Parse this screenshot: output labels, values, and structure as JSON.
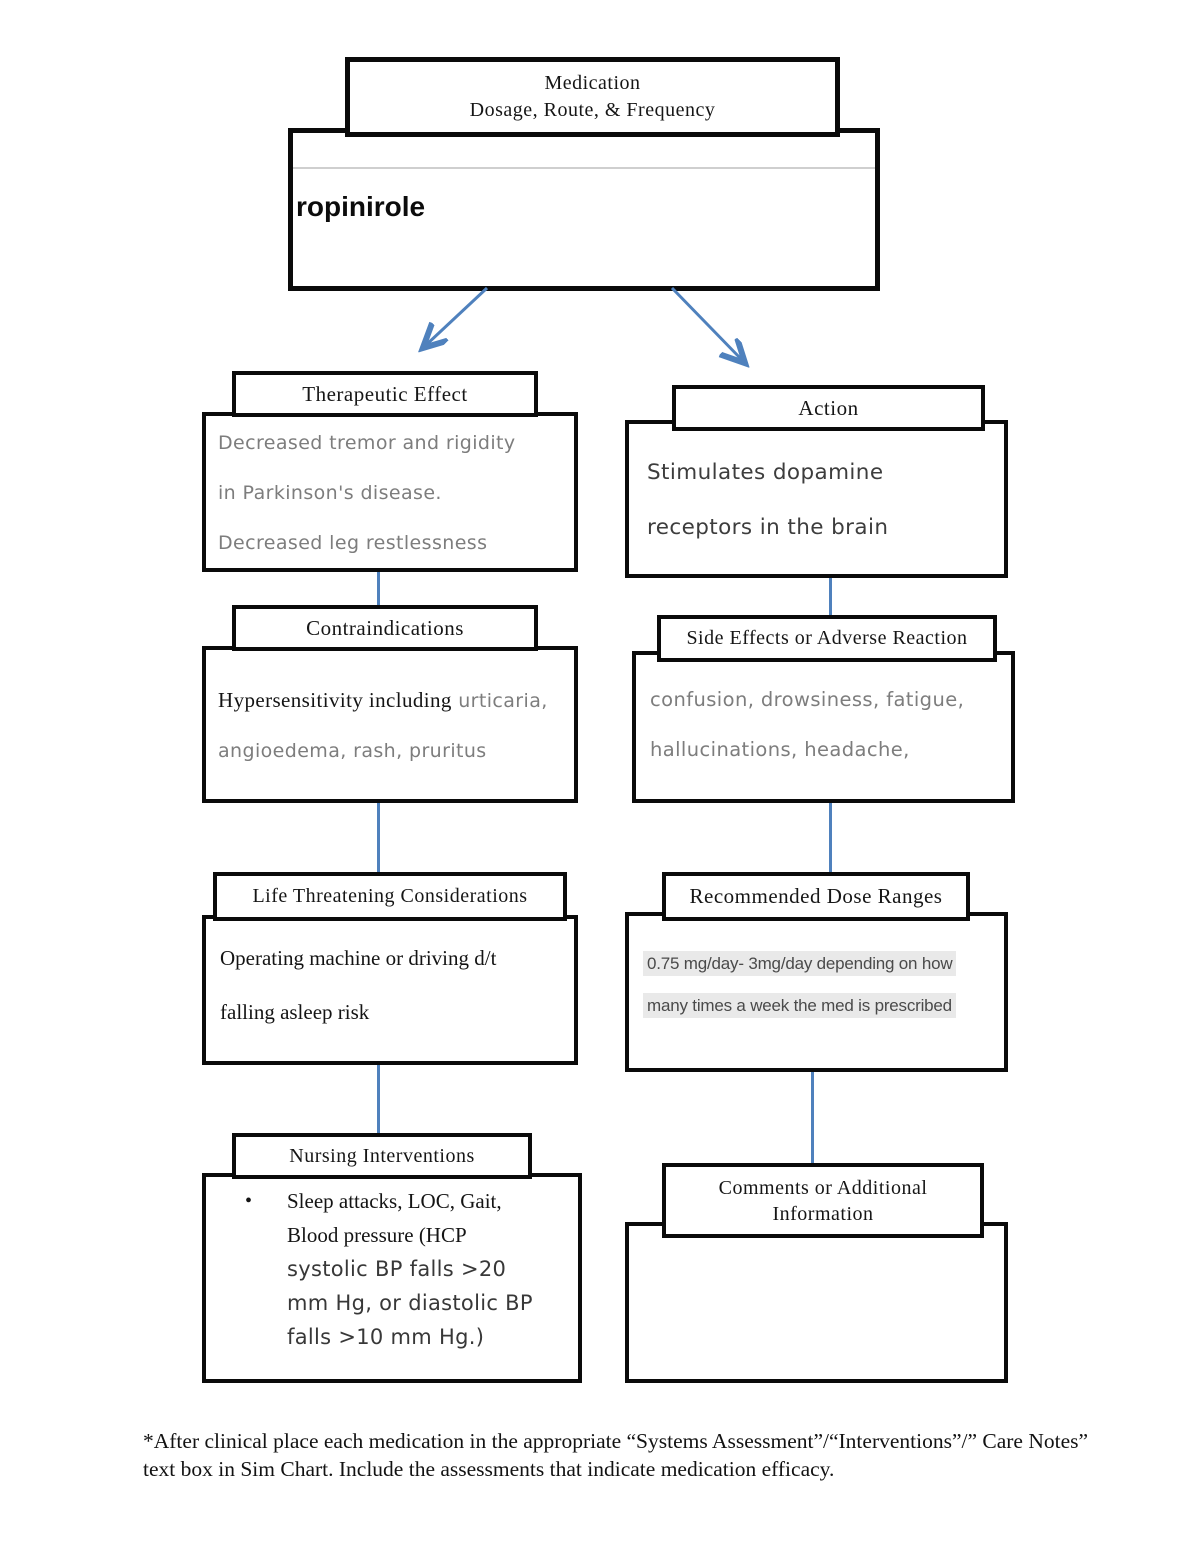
{
  "page": {
    "medication_header": {
      "line1": "Medication",
      "line2": "Dosage, Route, & Frequency"
    },
    "medication_name": "ropinirole",
    "therapeutic_effect": {
      "title": "Therapeutic Effect",
      "line1": "Decreased tremor and rigidity",
      "line2": "in Parkinson's disease.",
      "line3": "Decreased leg restlessness"
    },
    "action": {
      "title": "Action",
      "line1": "Stimulates dopamine",
      "line2": "receptors in the brain"
    },
    "contraindications": {
      "title": "Contraindications",
      "lead": "Hypersensitivity including",
      "line1_rest": " urticaria,",
      "line2": "angioedema, rash, pruritus"
    },
    "side_effects": {
      "title": "Side Effects or Adverse Reaction",
      "line1": "confusion, drowsiness, fatigue,",
      "line2": "hallucinations, headache,"
    },
    "life_threatening": {
      "title": "Life Threatening Considerations",
      "line1": "Operating machine or driving d/t",
      "line2": "falling asleep risk"
    },
    "dose_ranges": {
      "title": "Recommended Dose Ranges",
      "line1": "0.75 mg/day- 3mg/day depending on how",
      "line2": "many times a week the med is prescribed"
    },
    "nursing_interventions": {
      "title": "Nursing Interventions",
      "bullet": "•",
      "line1": "Sleep attacks, LOC, Gait,",
      "line2": "Blood pressure (HCP",
      "line3": "systolic BP falls >20",
      "line4": "mm Hg, or diastolic BP",
      "line5": "falls >10 mm Hg.)"
    },
    "comments": {
      "title_line1": "Comments or Additional",
      "title_line2": "Information"
    },
    "footnote": "*After clinical place each medication in the appropriate “Systems Assessment”/“Interventions”/” Care Notes” text box in Sim Chart. Include the assessments that indicate medication efficacy."
  },
  "colors": {
    "connector_blue": "#4f81bd",
    "border_black": "#0a0a0a",
    "gray_text": "#7d7d7d",
    "dark_sans_text": "#3d3d3d",
    "highlight_bg": "#e9e9e9"
  }
}
